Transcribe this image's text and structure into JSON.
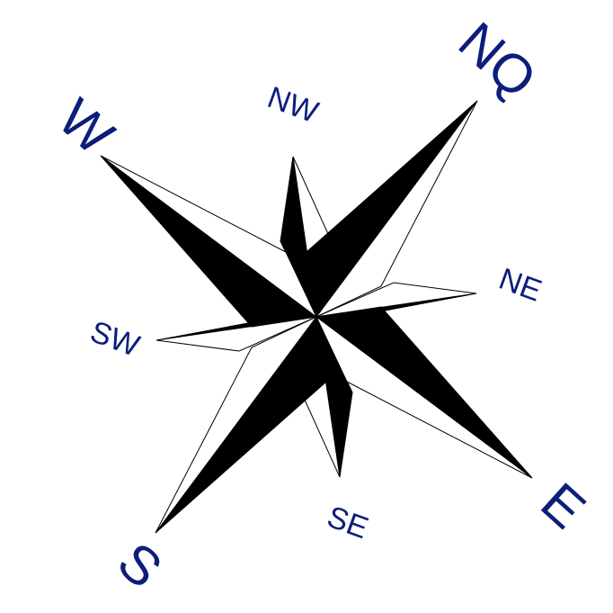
{
  "compass": {
    "labels": {
      "nq": "NQ",
      "ne": "NE",
      "e": "E",
      "se": "SE",
      "s": "S",
      "sw": "SW",
      "w": "W",
      "nw": "NW"
    },
    "colors": {
      "label": "#0c1e7a",
      "fill_dark": "#000000",
      "fill_light": "#ffffff",
      "outline": "#000000"
    }
  }
}
